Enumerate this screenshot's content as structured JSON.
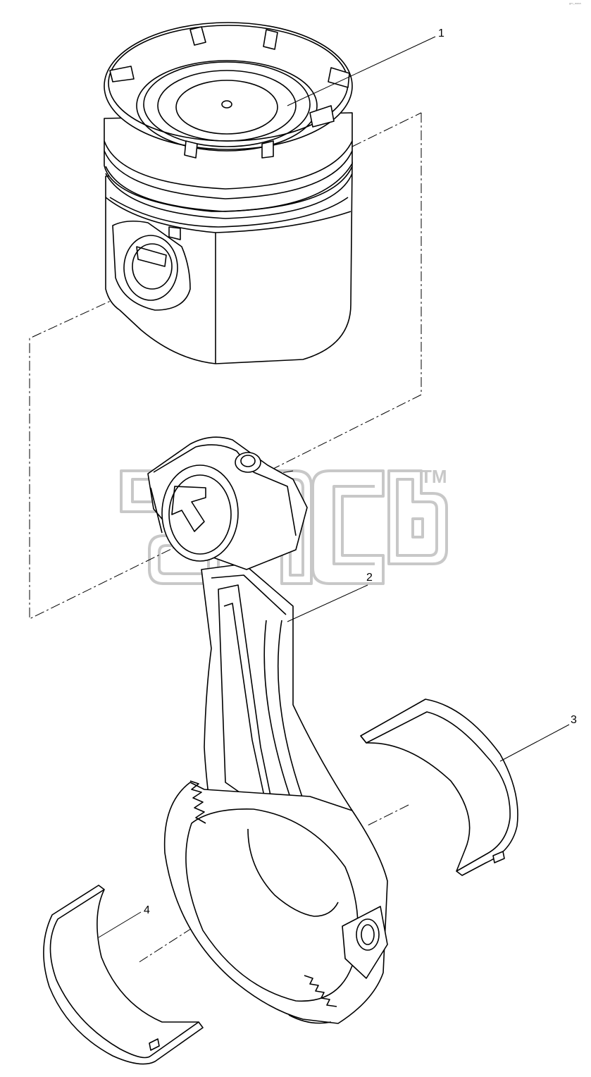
{
  "diagram": {
    "corner_code": "gm_aaaa",
    "watermark": {
      "trademark": "TM"
    },
    "colors": {
      "line": "#000000",
      "watermark": "#c8c8c8",
      "background": "#ffffff"
    },
    "callouts": [
      {
        "id": "piston",
        "label": "1"
      },
      {
        "id": "connecting-rod",
        "label": "2"
      },
      {
        "id": "upper-bearing-shell",
        "label": "3"
      },
      {
        "id": "lower-bearing-shell",
        "label": "4"
      }
    ]
  }
}
